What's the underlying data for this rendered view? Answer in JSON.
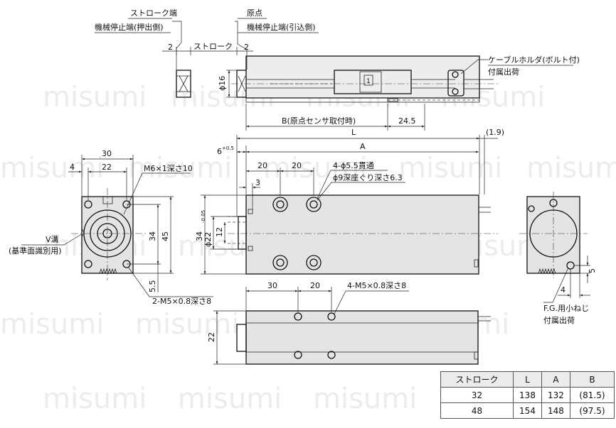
{
  "watermark": "misumi",
  "labels": {
    "stroke_end": "ストローク端",
    "mech_stop_push": "機械停止端(押出側)",
    "origin": "原点",
    "mech_stop_pull": "機械停止端(引込側)",
    "gap_left": "2",
    "stroke": "ストローク",
    "gap_right": "2",
    "cable_holder": "ケーブルホルダ(ボルト付)",
    "attached_1": "付属出荷",
    "phi16": "ϕ16",
    "b_origin": "B(原点センサ取付時)",
    "d245": "24.5",
    "L": "L",
    "d19": "(1.9)",
    "six": "6",
    "six_tol": "+0.5",
    "A": "A",
    "d30_top": "30",
    "d4_top": "4",
    "d22_top": "22",
    "m6": "M6×1深さ10",
    "d20a": "20",
    "d20b": "20",
    "hole4": "4-ϕ5.5貫通",
    "cbore": "ϕ9深座ぐり深さ6.3",
    "d3": "3",
    "vgroove": "V溝",
    "vgroove_note": "(基準面識別用)",
    "d34_front": "34",
    "d45": "45",
    "d55": "5.5",
    "m5_side": "2-M5×0.8深さ8",
    "d34_side": "34",
    "phi22": "ϕ22",
    "phi22_tol": "-0.05",
    "d12": "12",
    "d30_bot": "30",
    "d20_bot": "20",
    "m5_bottom": "4-M5×0.8深さ8",
    "d22_bot": "22",
    "d5": "5",
    "d4_right": "4",
    "fg_screw": "F.G.用小ねじ",
    "attached_2": "付属出荷",
    "label_1": "1"
  },
  "table": {
    "headers": [
      "ストローク",
      "L",
      "A",
      "B"
    ],
    "rows": [
      [
        "32",
        "138",
        "132",
        "(81.5)"
      ],
      [
        "48",
        "154",
        "148",
        "(97.5)"
      ]
    ]
  }
}
